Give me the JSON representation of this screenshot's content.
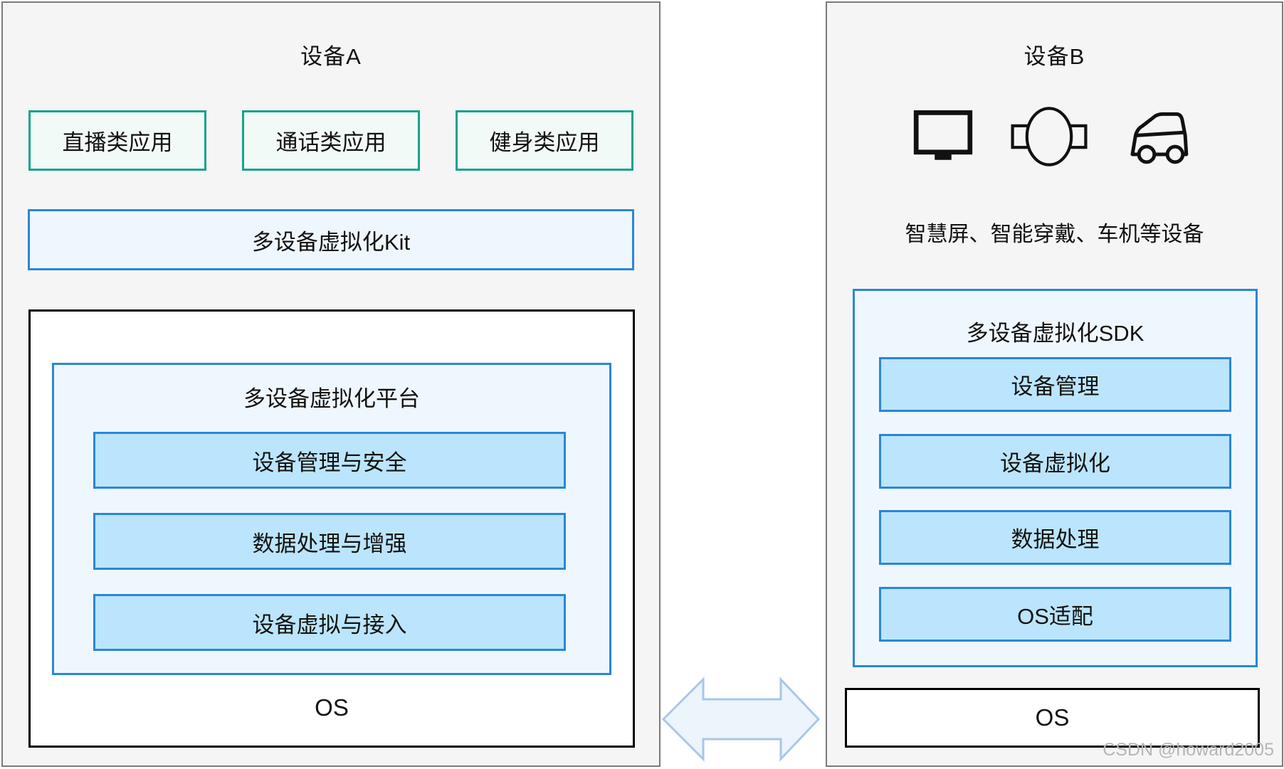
{
  "device_a": {
    "title": "设备A",
    "apps": [
      "直播类应用",
      "通话类应用",
      "健身类应用"
    ],
    "kit_label": "多设备虚拟化Kit",
    "platform": {
      "title": "多设备虚拟化平台",
      "modules": [
        "设备管理与安全",
        "数据处理与增强",
        "设备虚拟与接入"
      ]
    },
    "os_label": "OS"
  },
  "device_b": {
    "title": "设备B",
    "icons": [
      "smart-screen-icon",
      "wearable-watch-icon",
      "car-head-unit-icon"
    ],
    "caption": "智慧屏、智能穿戴、车机等设备",
    "sdk": {
      "title": "多设备虚拟化SDK",
      "modules": [
        "设备管理",
        "设备虚拟化",
        "数据处理",
        "OS适配"
      ]
    },
    "os_label": "OS"
  },
  "arrow": {
    "type": "bidirectional"
  },
  "watermark": "CSDN @howard2005",
  "colors": {
    "panel_background": "#f5f5f6",
    "panel_border": "#7b7b7b",
    "app_border_green": "#16a38c",
    "app_fill_green": "#f2faf7",
    "blue_border": "#2b86d8",
    "light_blue_fill": "#eff7fe",
    "module_blue_fill": "#bbe5fc",
    "arrow_fill": "#ecf4fc",
    "arrow_stroke": "#a9c7e8",
    "watermark_gray": "#b6b6b6"
  }
}
